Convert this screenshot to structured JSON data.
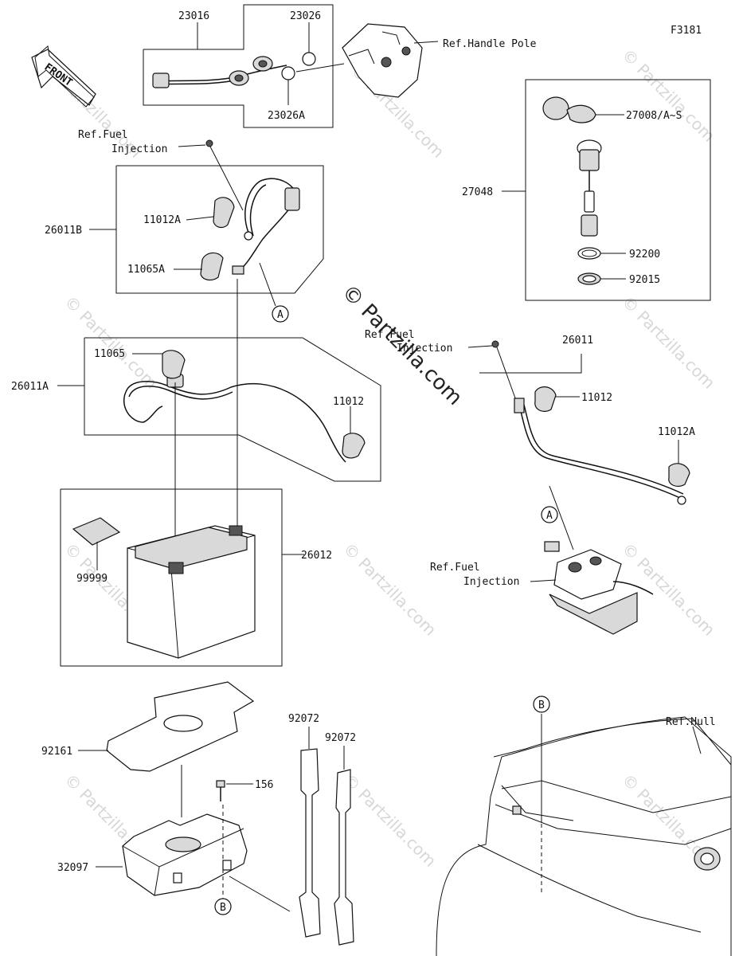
{
  "figure_code": "F3181",
  "front_label": "FRONT",
  "watermark_text": "© Partzilla.com",
  "labels": {
    "p23016": "23016",
    "p23026": "23026",
    "p23026A": "23026A",
    "ref_handle_pole": "Ref.Handle Pole",
    "ref_fuel_1a": "Ref.Fuel",
    "ref_fuel_1b": "Injection",
    "ref_fuel_2a": "Ref.Fuel",
    "ref_fuel_2b": "Injection",
    "ref_fuel_3a": "Ref.Fuel",
    "ref_fuel_3b": "Injection",
    "ref_hull": "Ref.Hull",
    "p27008": "27008/A~S",
    "p27048": "27048",
    "p92200": "92200",
    "p92015": "92015",
    "p26011B": "26011B",
    "p11012A_top": "11012A",
    "p11065A": "11065A",
    "p26011A": "26011A",
    "p11065": "11065",
    "p11012_left": "11012",
    "p26011": "26011",
    "p11012_right": "11012",
    "p11012A_right": "11012A",
    "p26012": "26012",
    "p99999": "99999",
    "p92161": "92161",
    "p156": "156",
    "p32097": "32097",
    "p92072_a": "92072",
    "p92072_b": "92072",
    "ref_A1": "A",
    "ref_A2": "A",
    "ref_B1": "B",
    "ref_B2": "B"
  }
}
